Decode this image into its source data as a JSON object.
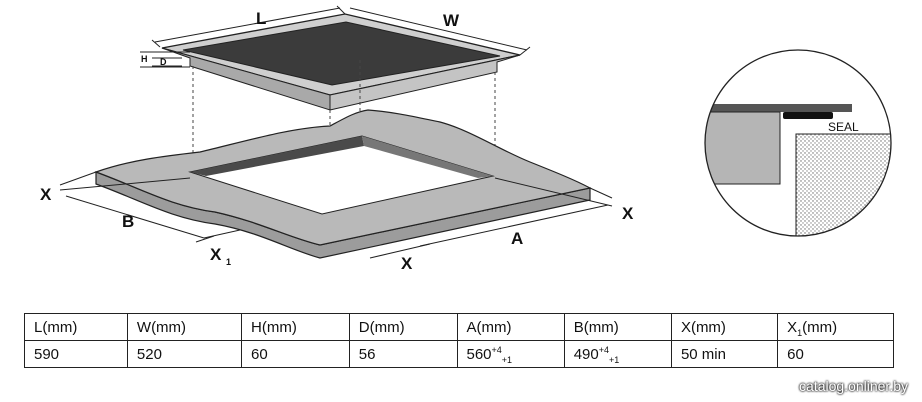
{
  "diagram": {
    "labels": {
      "L": "L",
      "W": "W",
      "H": "H",
      "D": "D",
      "A": "A",
      "B": "B",
      "X": "X",
      "X1_main": "X",
      "X1_sub": "1",
      "seal": "SEAL"
    }
  },
  "table": {
    "headers": [
      {
        "text": "L(mm)"
      },
      {
        "text": "W(mm)"
      },
      {
        "text": "H(mm)"
      },
      {
        "text": "D(mm)"
      },
      {
        "text": "A(mm)"
      },
      {
        "text": "B(mm)"
      },
      {
        "text": "X(mm)"
      },
      {
        "text": "X",
        "sub": "1",
        "suffix": "(mm)"
      }
    ],
    "values": [
      {
        "text": "590"
      },
      {
        "text": "520"
      },
      {
        "text": "60"
      },
      {
        "text": "56"
      },
      {
        "text": "560",
        "sup": "+4",
        "sub": "+1"
      },
      {
        "text": "490",
        "sup": "+4",
        "sub": "+1"
      },
      {
        "text": "50 min"
      },
      {
        "text": "60"
      }
    ]
  },
  "watermark": "catalog.onliner.by",
  "colors": {
    "countertop": "#b8b8b8",
    "hob_glass": "#3a3a3a",
    "hob_frame": "#c8c8c8",
    "line": "#222222"
  }
}
